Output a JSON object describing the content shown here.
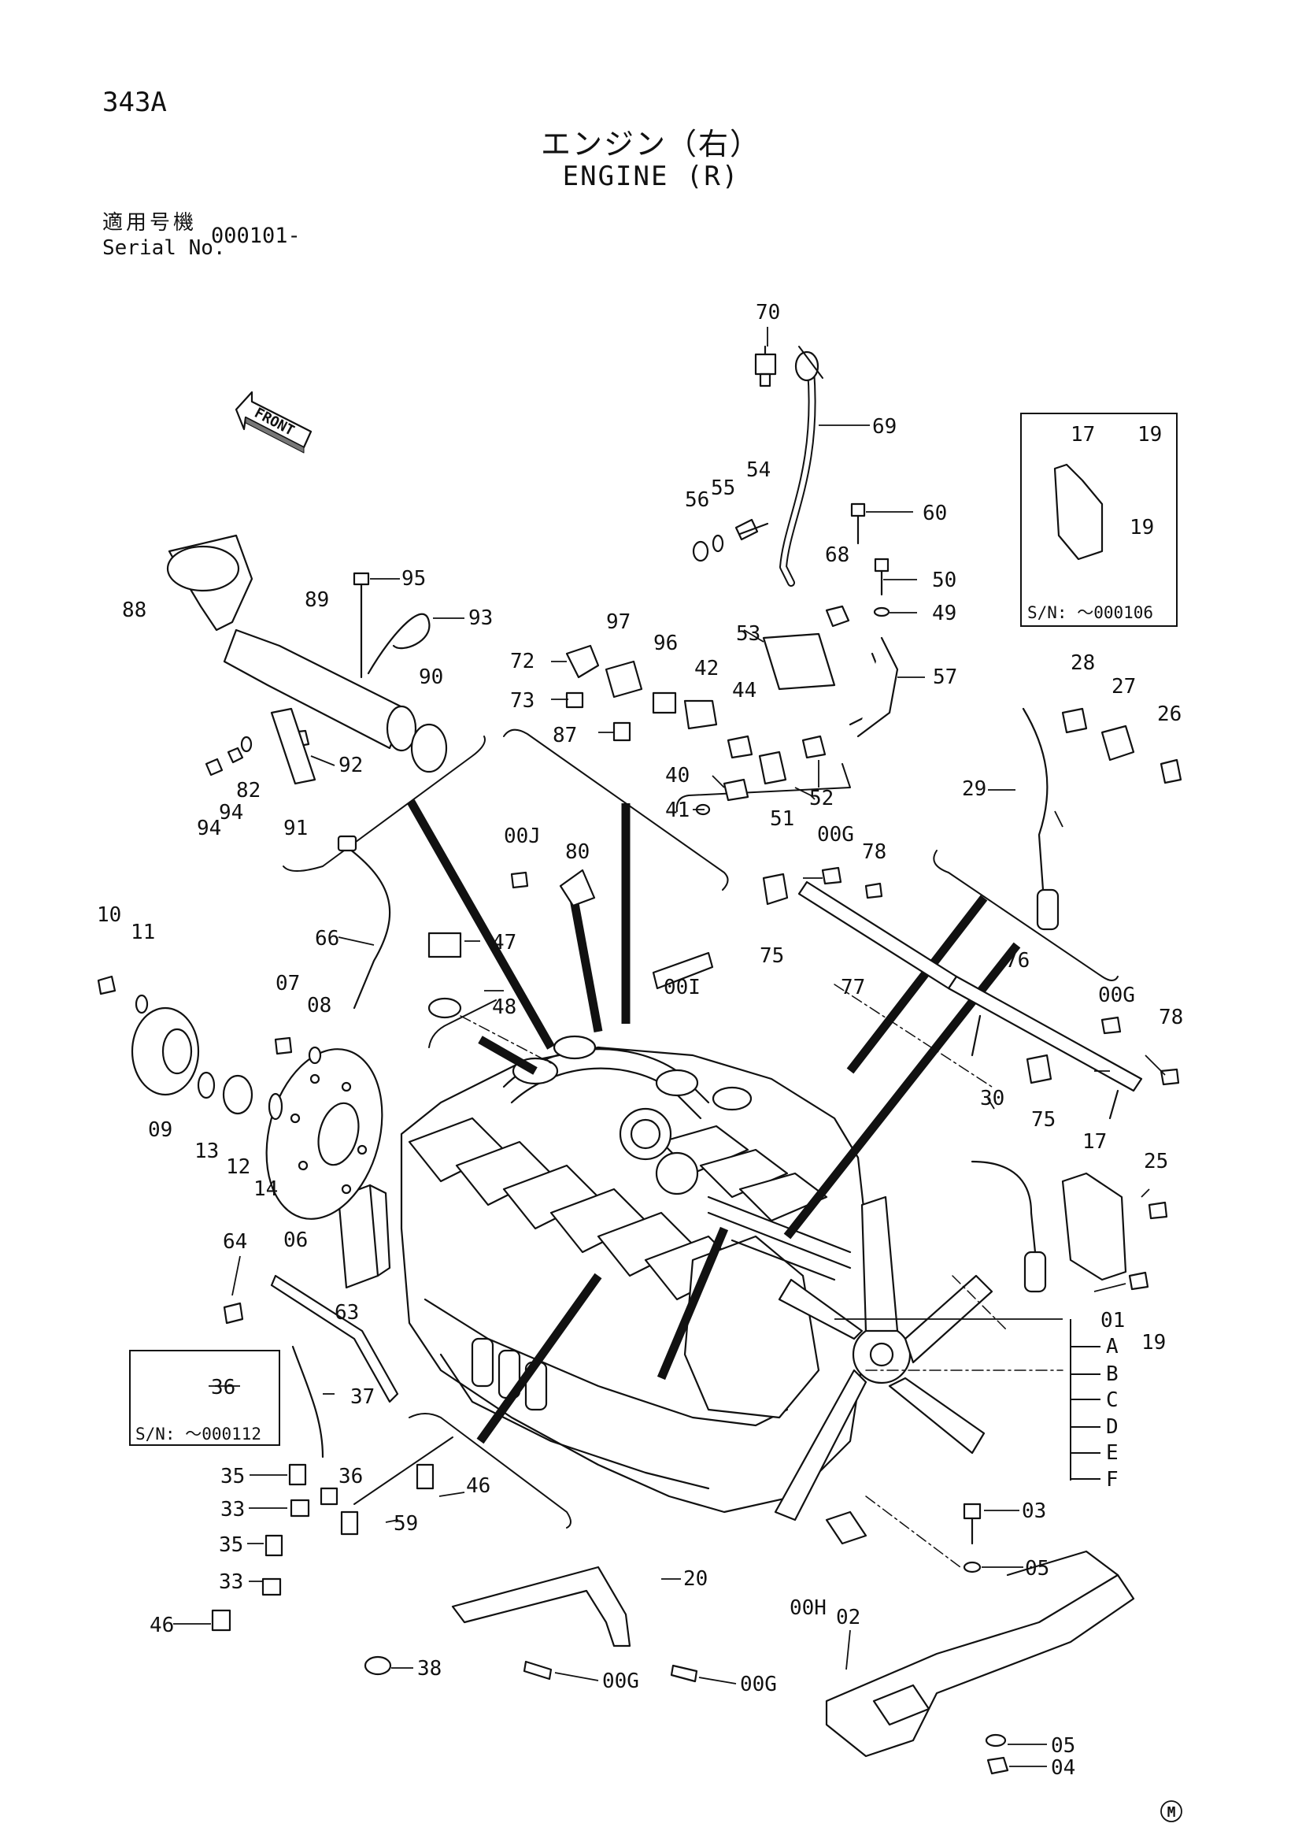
{
  "header": {
    "page_code": "343A",
    "title_jp": "エンジン（右）",
    "title_en": "ENGINE (R)",
    "serial_label_jp": "適用号機",
    "serial_label_en": "Serial No.",
    "serial_value": "000101-"
  },
  "front_arrow": "FRONT",
  "inset_top_right": {
    "note": "S/N: ～000106"
  },
  "inset_left": {
    "note": "S/N: ～000112"
  },
  "legend_letters": [
    "A",
    "B",
    "C",
    "D",
    "E",
    "F"
  ],
  "footer_mark": "M",
  "callouts": [
    "70",
    "69",
    "17",
    "19",
    "19",
    "54",
    "55",
    "56",
    "60",
    "68",
    "50",
    "49",
    "88",
    "89",
    "95",
    "93",
    "97",
    "96",
    "72",
    "73",
    "53",
    "42",
    "57",
    "44",
    "87",
    "52",
    "51",
    "40",
    "41",
    "90",
    "92",
    "82",
    "94",
    "94",
    "91",
    "28",
    "27",
    "26",
    "29",
    "00J",
    "80",
    "00G",
    "78",
    "66",
    "47",
    "48",
    "00I",
    "10",
    "11",
    "75",
    "77",
    "76",
    "00G",
    "07",
    "08",
    "78",
    "09",
    "13",
    "12",
    "14",
    "06",
    "75",
    "30",
    "17",
    "25",
    "64",
    "63",
    "01",
    "19",
    "36",
    "37",
    "35",
    "36",
    "46",
    "33",
    "35",
    "59",
    "33",
    "46",
    "38",
    "20",
    "00G",
    "00G",
    "00H",
    "03",
    "05",
    "02",
    "05",
    "04"
  ]
}
